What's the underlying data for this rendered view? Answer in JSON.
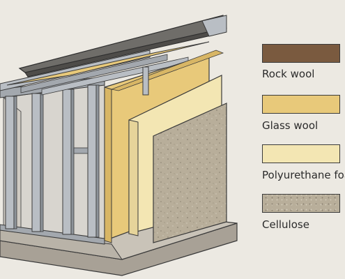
{
  "legend": [
    {
      "label": "Rock wool",
      "color": "#7a5a3f"
    },
    {
      "label": "Glass wool",
      "color": "#e8c97a"
    },
    {
      "label": "Polyurethane foam",
      "color": "#f3e6b3"
    },
    {
      "label": "Cellulose",
      "color": "#b8ae9a"
    }
  ],
  "colors": {
    "stud": "#b9bec4",
    "stud_dark": "#8d9399",
    "roof": "#6f6d69",
    "slab": "#bdb7ad",
    "insulation_yellow": "#e8c97a",
    "insulation_pale": "#f3e6b3",
    "cellulose": "#b8ae9a"
  }
}
